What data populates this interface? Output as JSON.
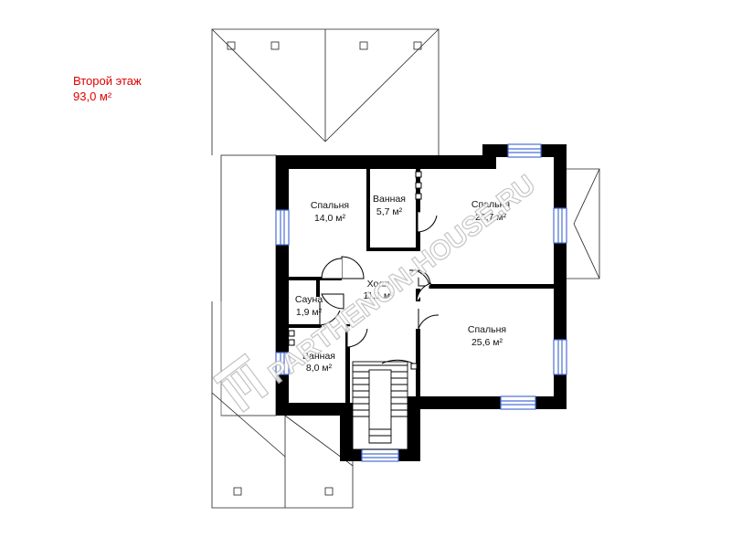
{
  "floor": {
    "title": "Второй этаж",
    "area": "93,0 м²",
    "title_color": "#e00000"
  },
  "rooms": [
    {
      "id": "bedroom-nw",
      "name": "Спальня",
      "area": "14,0 м²"
    },
    {
      "id": "bathroom-n",
      "name": "Ванная",
      "area": "5,7 м²"
    },
    {
      "id": "bedroom-ne",
      "name": "Спальня",
      "area": "26,7 м²"
    },
    {
      "id": "hall",
      "name": "Холл",
      "area": "11,1 м²"
    },
    {
      "id": "sauna",
      "name": "Сауна",
      "area": "1,9 м²"
    },
    {
      "id": "bedroom-se",
      "name": "Спальня",
      "area": "25,6 м²"
    },
    {
      "id": "bathroom-w",
      "name": "Ванная",
      "area": "8,0 м²"
    }
  ],
  "watermark": {
    "text": "PARTHENON-HOUSE.RU",
    "kind": "logo-watermark"
  },
  "colors": {
    "wall": "#000000",
    "window": "#4a6fd6",
    "roof_line": "#222222"
  }
}
